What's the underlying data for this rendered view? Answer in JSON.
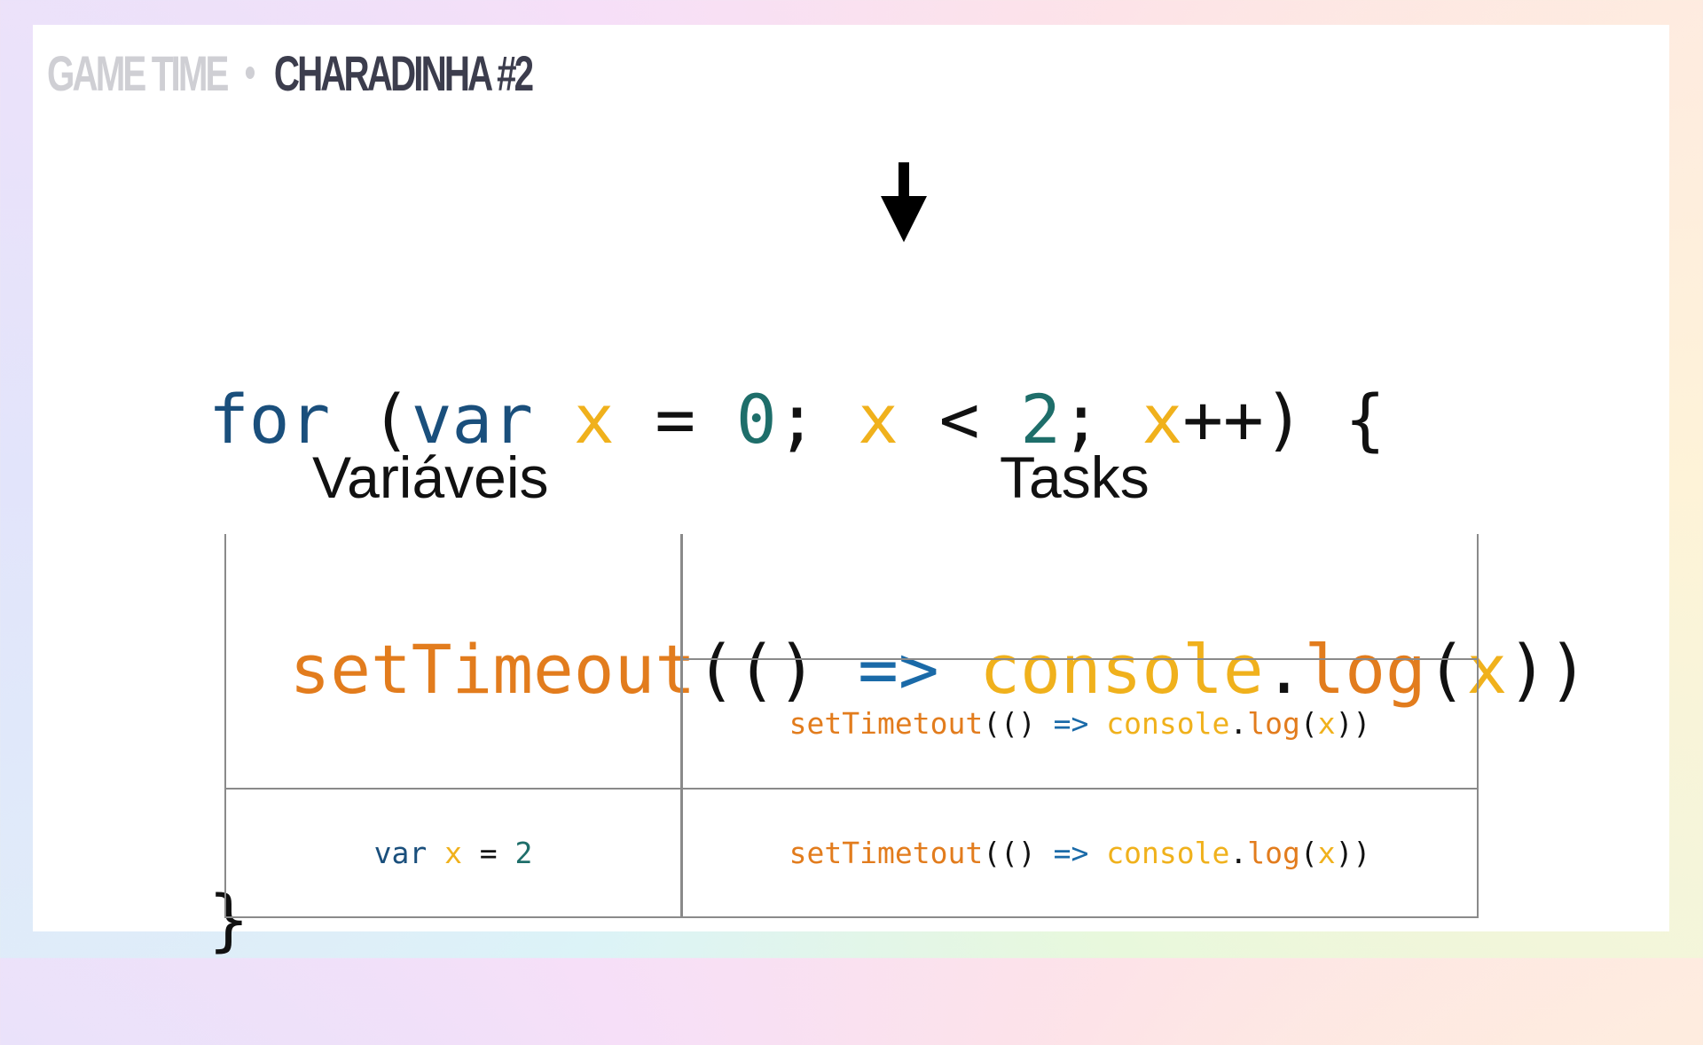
{
  "header": {
    "section": "GAME TIME",
    "title": "CHARADINHA #2"
  },
  "code": {
    "line1": {
      "t1": "for",
      "t2": " (",
      "t3": "var",
      "t4": " ",
      "t5": "x",
      "t6": " = ",
      "t7": "0",
      "t8": "; ",
      "t9": "x",
      "t10": " < ",
      "t11": "2",
      "t12": "; ",
      "t13": "x",
      "t14": "++) {"
    },
    "line2": {
      "t1": "  ",
      "t2": "setTimeout",
      "t3": "(() ",
      "t4": "=>",
      "t5": " ",
      "t6": "console",
      "t7": ".",
      "t8": "log",
      "t9": "(",
      "t10": "x",
      "t11": "))"
    },
    "line3": {
      "t1": "}"
    }
  },
  "columns": {
    "variables": "Variáveis",
    "tasks": "Tasks"
  },
  "variables_cell": {
    "kw": "var",
    "sp1": " ",
    "name": "x",
    "eq": " = ",
    "value": "2"
  },
  "task_cells": [
    {
      "fn": "setTimetout",
      "p1": "(() ",
      "op": "=>",
      "sp": " ",
      "obj": "console",
      "dot": ".",
      "method": "log",
      "p2": "(",
      "arg": "x",
      "p3": "))"
    },
    {
      "fn": "setTimetout",
      "p1": "(() ",
      "op": "=>",
      "sp": " ",
      "obj": "console",
      "dot": ".",
      "method": "log",
      "p2": "(",
      "arg": "x",
      "p3": "))"
    }
  ],
  "colors": {
    "keyword": "#1a4f7c",
    "variable": "#f0b11c",
    "number": "#1e6e6a",
    "function": "#e27c1d",
    "operator": "#1a6aa8",
    "header_muted": "#cfcfd4",
    "header_title": "#3c3d4d"
  },
  "icons": {
    "pointer": "arrow-down-icon"
  }
}
